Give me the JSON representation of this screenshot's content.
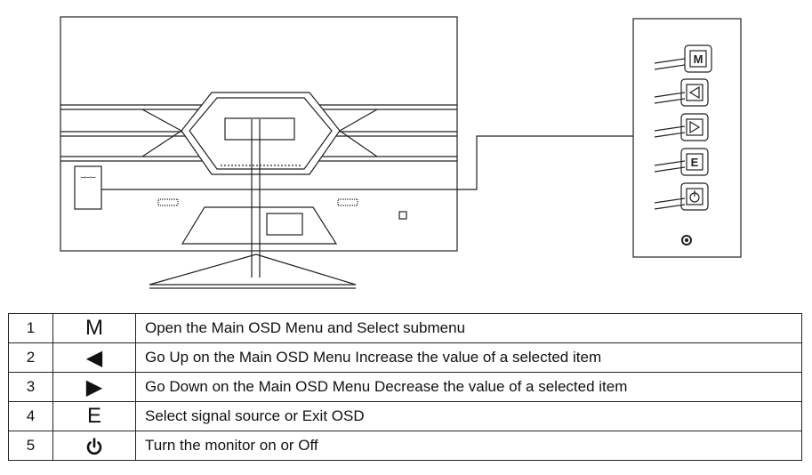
{
  "buttons": [
    {
      "number": "1",
      "symbol": "M",
      "icon": "menu-key",
      "description": "Open the Main OSD Menu and Select submenu"
    },
    {
      "number": "2",
      "symbol": "◀",
      "icon": "left-triangle",
      "description": "Go Up on the Main OSD Menu Increase the value of a selected item"
    },
    {
      "number": "3",
      "symbol": "▶",
      "icon": "right-triangle",
      "description": "Go Down on the Main OSD Menu Decrease the value of a selected item"
    },
    {
      "number": "4",
      "symbol": "E",
      "icon": "exit-key",
      "description": "Select signal source or Exit OSD"
    },
    {
      "number": "5",
      "symbol": "",
      "icon": "power-icon",
      "description": "Turn the monitor on or Off"
    }
  ],
  "panel_labels": {
    "m_key": "M",
    "e_key": "E"
  }
}
